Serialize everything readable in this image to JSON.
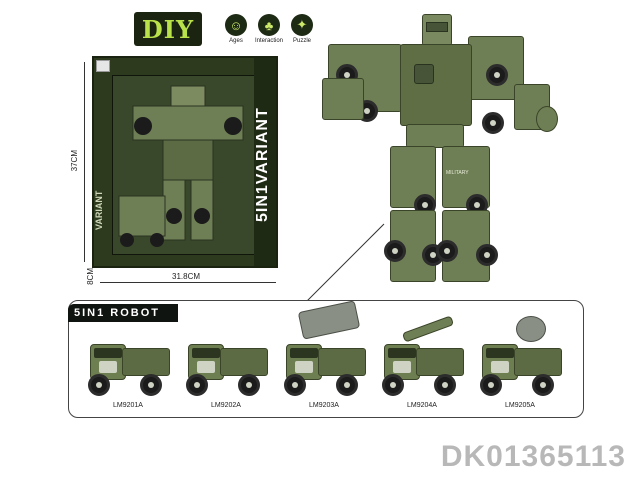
{
  "badge": {
    "diy": "DIY"
  },
  "features": [
    {
      "label": "Ages",
      "icon": "child-icon"
    },
    {
      "label": "Interaction",
      "icon": "people-icon"
    },
    {
      "label": "Puzzle",
      "icon": "puzzle-icon"
    }
  ],
  "box": {
    "title": "5IN1VARIANT",
    "side_text": "VARIANT",
    "subtitle": "ROBOT"
  },
  "dimensions": {
    "height": "37CM",
    "depth": "8CM",
    "width": "31.8CM"
  },
  "panel": {
    "title": "5IN1 ROBOT"
  },
  "vehicles": [
    {
      "code": "LM9201A",
      "icon": "cargo-truck-icon"
    },
    {
      "code": "LM9202A",
      "icon": "armored-truck-icon"
    },
    {
      "code": "LM9203A",
      "icon": "rocket-launcher-truck-icon"
    },
    {
      "code": "LM9204A",
      "icon": "missile-truck-icon"
    },
    {
      "code": "LM9205A",
      "icon": "radar-truck-icon"
    }
  ],
  "robot": {
    "chest_text": "MILITARY"
  },
  "sku": "DK01365113",
  "colors": {
    "army_green": "#6f7f55",
    "dark_green": "#2d3a1e",
    "accent_lime": "#b9e24a"
  }
}
